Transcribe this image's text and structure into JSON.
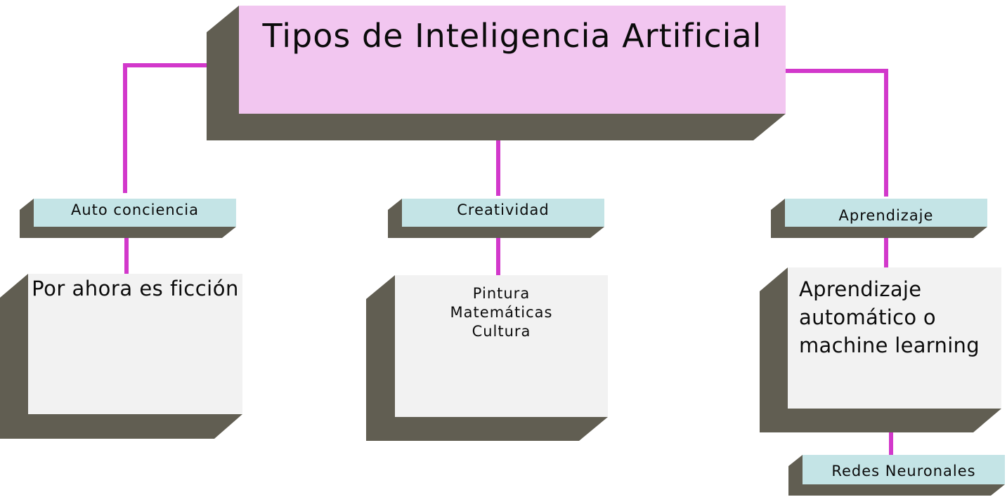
{
  "colors": {
    "title_face": "#f2c6f0",
    "label_face": "#c4e4e6",
    "content_face": "#f2f2f2",
    "shadow": "#615e52",
    "connector": "#d238cb",
    "text": "#0b0b0b"
  },
  "root": {
    "title": "Tipos de Inteligencia Artificial"
  },
  "branches": [
    {
      "label": "Auto conciencia",
      "content_lines": [
        "Por ahora es ficción"
      ]
    },
    {
      "label": "Creatividad",
      "content_lines": [
        "Pintura",
        "Matemáticas",
        "Cultura"
      ]
    },
    {
      "label": "Aprendizaje",
      "content_lines": [
        "Aprendizaje automático o machine learning"
      ],
      "child": {
        "label": "Redes Neuronales"
      }
    }
  ]
}
